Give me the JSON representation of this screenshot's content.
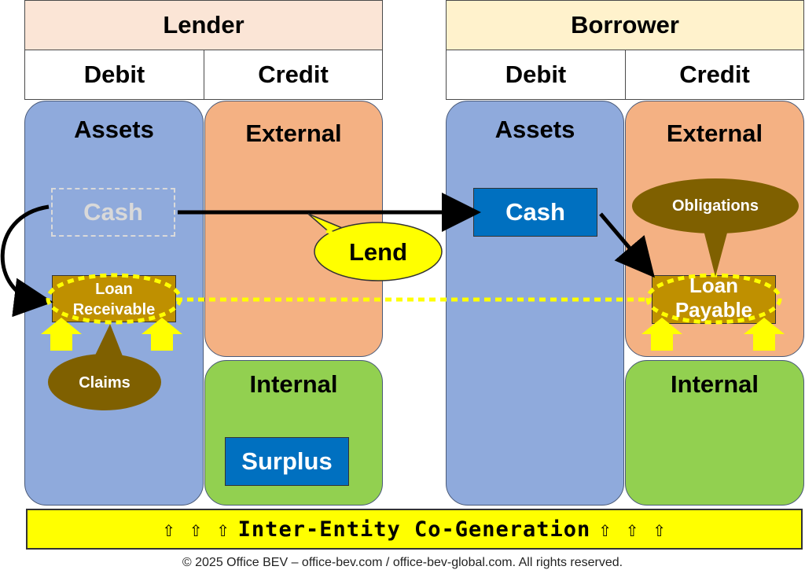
{
  "lender": {
    "title": "Lender",
    "debit": "Debit",
    "credit": "Credit",
    "assets": "Assets",
    "external": "External",
    "internal": "Internal",
    "cash": "Cash",
    "loan_receivable_line1": "Loan",
    "loan_receivable_line2": "Receivable",
    "claims": "Claims",
    "surplus": "Surplus"
  },
  "borrower": {
    "title": "Borrower",
    "debit": "Debit",
    "credit": "Credit",
    "assets": "Assets",
    "external": "External",
    "internal": "Internal",
    "cash": "Cash",
    "loan_payable_line1": "Loan",
    "loan_payable_line2": "Payable",
    "obligations": "Obligations"
  },
  "flow": {
    "lend": "Lend"
  },
  "bottom_bar": {
    "arrows_left": "⇧ ⇧ ⇧",
    "text": "Inter-Entity Co-Generation",
    "arrows_right": "⇧ ⇧ ⇧"
  },
  "footer": "© 2025 Office BEV – office-bev.com / office-bev-global.com. All rights reserved.",
  "colors": {
    "lender_header": "#fbe5d6",
    "borrower_header": "#fff2cc",
    "assets": "#8faadc",
    "external": "#f4b183",
    "internal": "#92d050",
    "cash_box": "#0070c0",
    "loan_box": "#bf9000",
    "callout": "#7f6000",
    "lend_bubble": "#ffff00"
  }
}
